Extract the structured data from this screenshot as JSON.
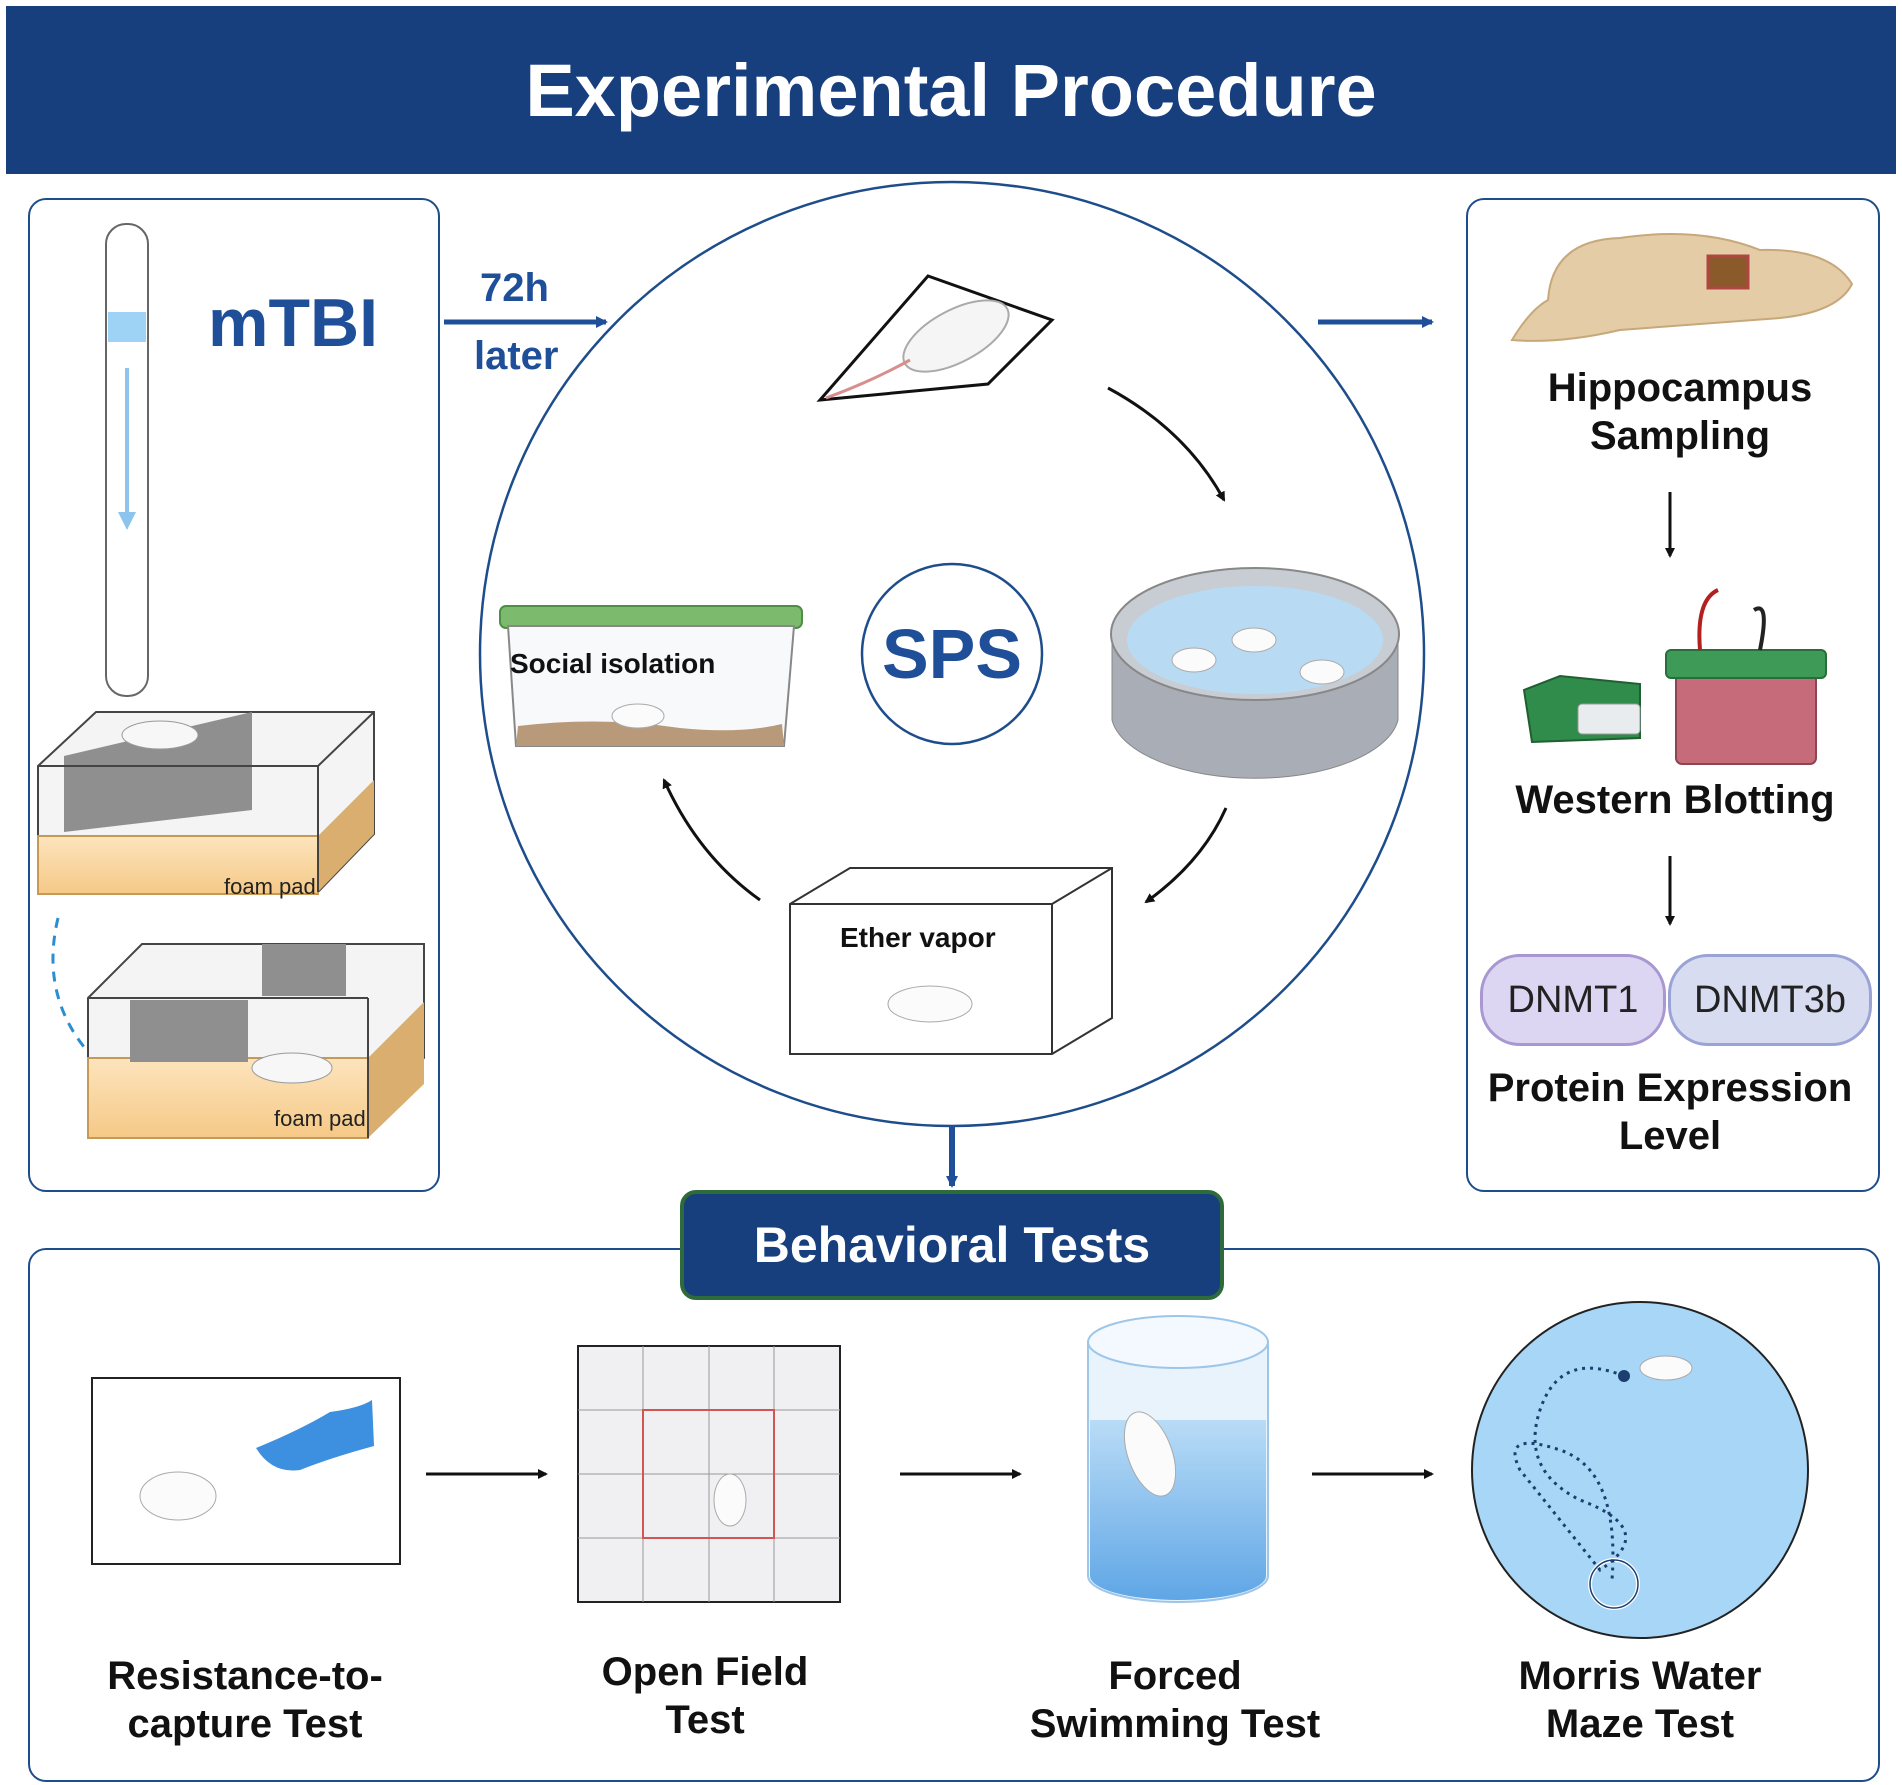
{
  "header": {
    "title": "Experimental Procedure"
  },
  "left_panel": {
    "title": "mTBI",
    "foam_pad_top": "foam pad",
    "foam_pad_bottom": "foam pad"
  },
  "arrow_note": {
    "line1": "72h",
    "line2": "later"
  },
  "sps": {
    "center_label": "SPS",
    "social_isolation": "Social isolation",
    "ether_vapor": "Ether vapor"
  },
  "right_panel": {
    "hippocampus_line1": "Hippocampus",
    "hippocampus_line2": "Sampling",
    "western_blotting": "Western Blotting",
    "protein_a": "DNMT1",
    "protein_b": "DNMT3b",
    "protein_level_line1": "Protein Expression",
    "protein_level_line2": "Level"
  },
  "behavioral": {
    "title": "Behavioral Tests",
    "tests": [
      {
        "line1": "Resistance-to-",
        "line2": "capture Test"
      },
      {
        "line1": "Open Field",
        "line2": "Test"
      },
      {
        "line1": "Forced",
        "line2": "Swimming Test"
      },
      {
        "line1": "Morris Water",
        "line2": "Maze Test"
      }
    ]
  },
  "colors": {
    "header_bg": "#173f7d",
    "accent_blue": "#1e4f98",
    "behavioral_border": "#2e6b3a",
    "pill_bg": "#ddd6f3"
  }
}
